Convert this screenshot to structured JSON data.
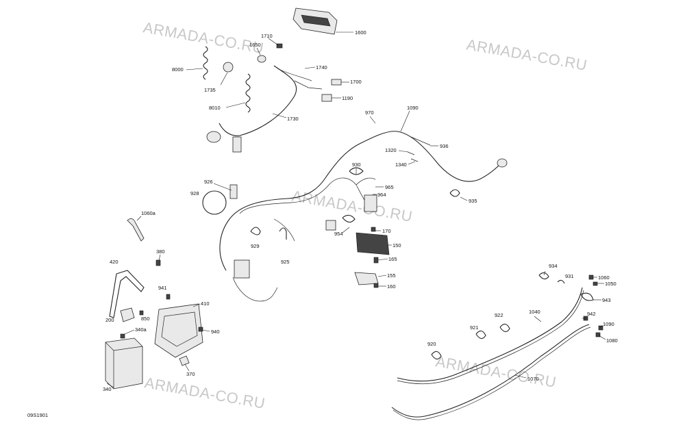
{
  "watermark": "ARMADA-CO.RU",
  "figure_id": "09S1901",
  "labels": [
    "1600",
    "1710",
    "1650",
    "8000",
    "1735",
    "1740",
    "1700",
    "8010",
    "1190",
    "1730",
    "970",
    "1090",
    "1320",
    "936",
    "1340",
    "930",
    "965",
    "964",
    "935",
    "926",
    "928",
    "1060a",
    "929",
    "954",
    "170",
    "925",
    "150",
    "380",
    "165",
    "155",
    "160",
    "420",
    "941",
    "410",
    "850",
    "200",
    "340a",
    "940",
    "370",
    "340",
    "934",
    "931",
    "1060",
    "1050",
    "943",
    "942",
    "922",
    "1040",
    "1090",
    "921",
    "1080",
    "920",
    "1070"
  ]
}
